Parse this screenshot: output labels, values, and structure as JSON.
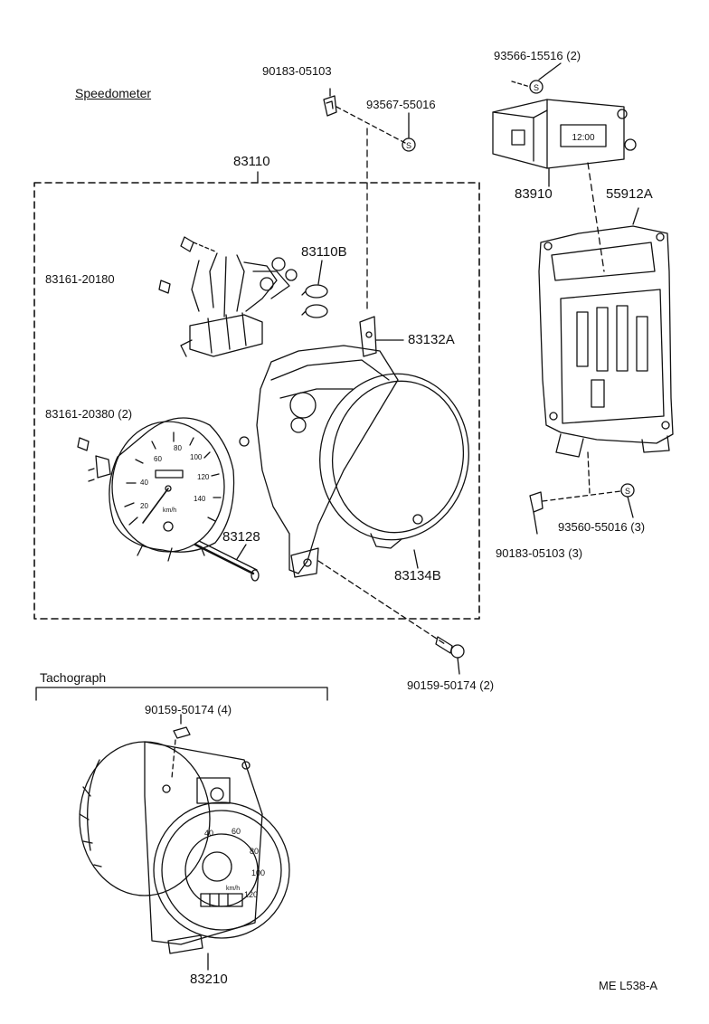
{
  "sections": {
    "speedometer": "Speedometer",
    "tachograph": "Tachograph"
  },
  "parts": {
    "p90183_05103_top": "90183-05103",
    "p93567_55016": "93567-55016",
    "p93566_15516": "93566-15516 (2)",
    "p83910": "83910",
    "p55912A": "55912A",
    "p83110": "83110",
    "p83110B": "83110B",
    "p83161_20180": "83161-20180",
    "p83132A": "83132A",
    "p83161_20380": "83161-20380 (2)",
    "p83128": "83128",
    "p83134B": "83134B",
    "p93560_55016": "93560-55016 (3)",
    "p90183_05103_3": "90183-05103 (3)",
    "p90159_50174_2": "90159-50174 (2)",
    "p90159_50174_4": "90159-50174 (4)",
    "p83210": "83210"
  },
  "dial_marks": {
    "speedo": [
      "20",
      "40",
      "60",
      "80",
      "100",
      "120",
      "140",
      "km/h"
    ],
    "tacho": [
      "40",
      "60",
      "80",
      "100",
      "120",
      "km/h"
    ],
    "clock": "12:00",
    "screw_s": "S"
  },
  "footer": {
    "code": "ME L538-A"
  }
}
